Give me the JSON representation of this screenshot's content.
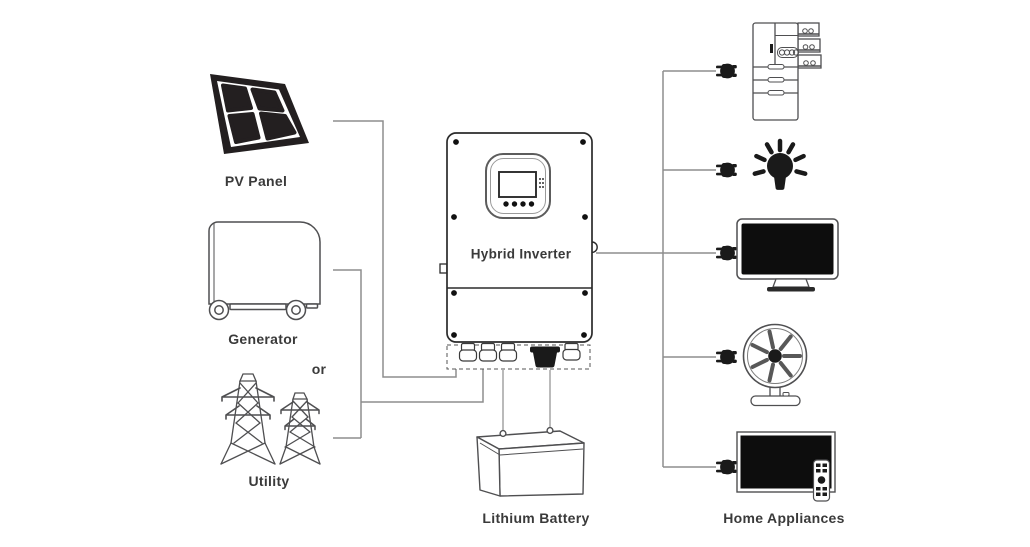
{
  "labels": {
    "pv_panel": "PV Panel",
    "generator": "Generator",
    "or": "or",
    "utility": "Utility",
    "inverter": "Hybrid Inverter",
    "battery": "Lithium Battery",
    "appliances": "Home Appliances"
  },
  "icons": {
    "sources": [
      "pv-panel-icon",
      "generator-icon",
      "utility-towers-icon"
    ],
    "center": [
      "hybrid-inverter-icon",
      "lithium-battery-icon"
    ],
    "loads": [
      "refrigerator-icon",
      "light-bulb-icon",
      "tv-icon",
      "fan-icon",
      "tv-with-remote-icon"
    ],
    "connector": "power-plug-icon"
  },
  "connections": [
    {
      "from": "PV Panel",
      "to": "Hybrid Inverter"
    },
    {
      "from": "Generator",
      "to": "Hybrid Inverter",
      "note": "or"
    },
    {
      "from": "Utility",
      "to": "Hybrid Inverter",
      "note": "or"
    },
    {
      "from": "Hybrid Inverter",
      "to": "Lithium Battery"
    },
    {
      "from": "Hybrid Inverter",
      "to": "Home Appliances"
    }
  ],
  "colors": {
    "background": "#ffffff",
    "connection_line": "#8d8d8d",
    "icon_outline": "#4f4f51",
    "solid_black": "#231f20",
    "label_text": "#3a3a3a"
  }
}
